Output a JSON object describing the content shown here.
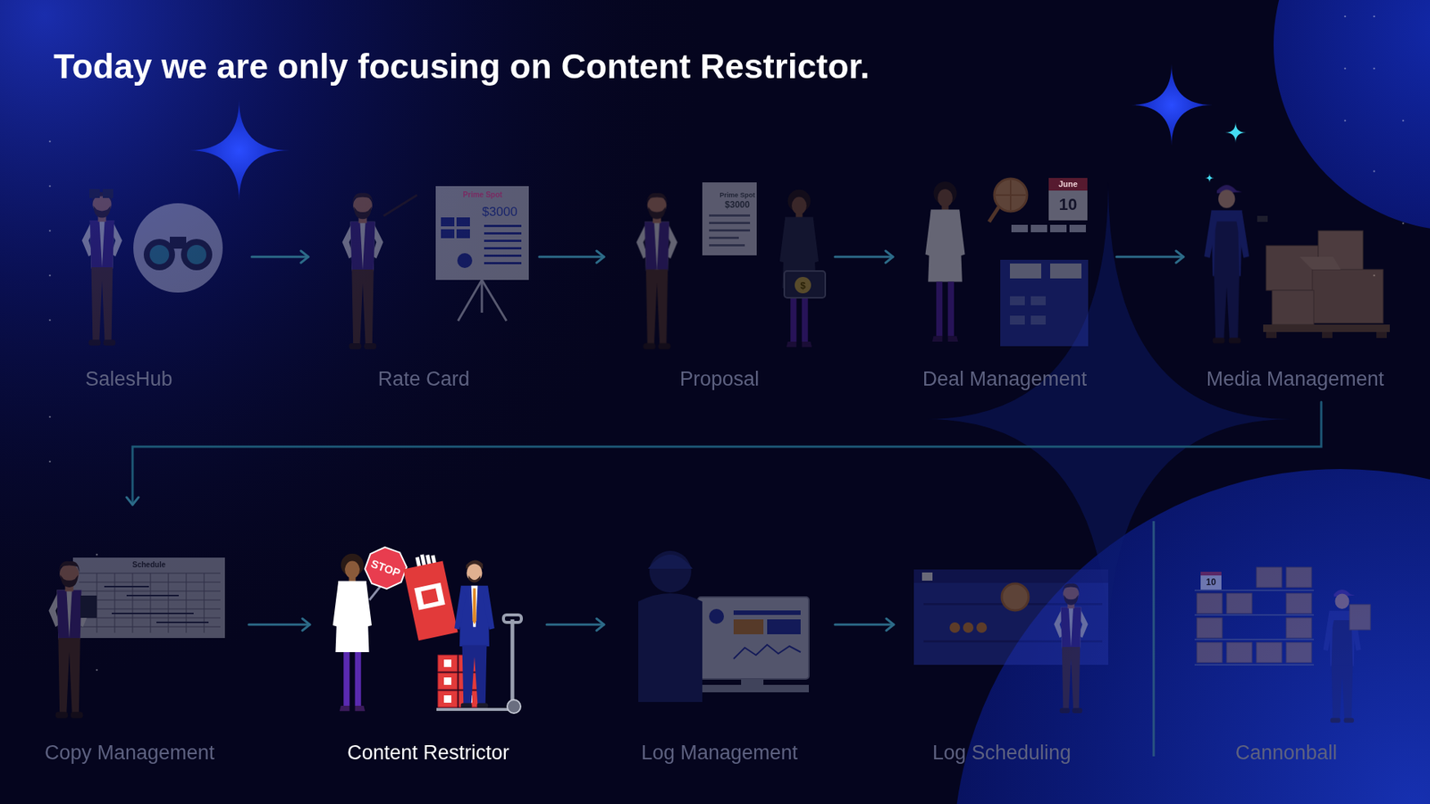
{
  "diagram": {
    "title": "Today we are only focusing on Content Restrictor.",
    "nodes": [
      {
        "text": [
          "SalesHub"
        ]
      },
      {
        "text": [
          "Rate Card"
        ]
      },
      {
        "text": [
          "Proposal"
        ]
      },
      {
        "text": [
          "Deal Management"
        ]
      },
      {
        "text": [
          "Media Management"
        ]
      },
      {
        "text": [
          "Copy Management"
        ]
      },
      {
        "text": [
          "Content Restrictor"
        ]
      },
      {
        "text": [
          "Log Management"
        ]
      },
      {
        "text": [
          "Log Scheduling"
        ]
      },
      {
        "text": [
          "Cannonball"
        ]
      }
    ],
    "edges": [
      {
        "from": 0,
        "to": 1,
        "arrow": "to"
      },
      {
        "from": 1,
        "to": 2,
        "arrow": "to"
      },
      {
        "from": 2,
        "to": 3,
        "arrow": "to"
      },
      {
        "from": 3,
        "to": 4,
        "arrow": "to"
      },
      {
        "from": 4,
        "to": 5,
        "arrow": "to"
      },
      {
        "from": 5,
        "to": 6,
        "arrow": "to"
      },
      {
        "from": 6,
        "to": 7,
        "arrow": "to"
      },
      {
        "from": 7,
        "to": 8,
        "arrow": "to"
      }
    ],
    "labels": [
      "Prime Spot",
      "$3000",
      "Prime Spot",
      "$3000",
      "$",
      "June",
      "10",
      "Schedule",
      "STOP",
      "10"
    ]
  }
}
